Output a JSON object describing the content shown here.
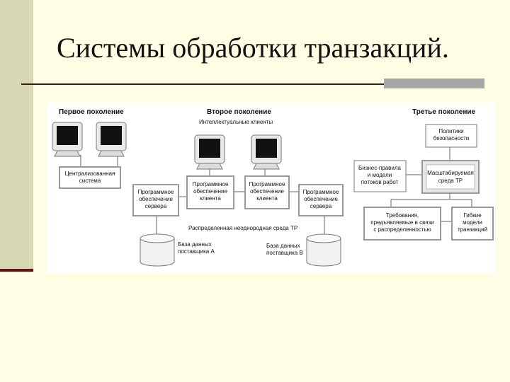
{
  "slide": {
    "title": "Системы обработки транзакций."
  },
  "diagram": {
    "generations": {
      "first": "Первое поколение",
      "second": "Второе поколение",
      "third": "Третье поколение"
    },
    "intelligent_clients": "Интеллектуальные клиенты",
    "centralized_system": [
      "Централизованная",
      "система"
    ],
    "server_software": [
      "Программное",
      "обеспечение",
      "сервера"
    ],
    "client_software": [
      "Программное",
      "обеспечение",
      "клиента"
    ],
    "distributed_env": "Распределенная неоднородная среда ТР",
    "database_a": [
      "База данных",
      "поставщика А"
    ],
    "database_b": [
      "База данных",
      "поставщика В"
    ],
    "security_policy": [
      "Политики",
      "безопасности"
    ],
    "business_rules": [
      "Бизнес-правила",
      "и модели",
      "потоков работ"
    ],
    "scalable_env": [
      "Масштабируемая",
      "среда ТР"
    ],
    "requirements": [
      "Требования,",
      "предъявляемые в связи",
      "с распределенностью"
    ],
    "flexible_models": [
      "Гибкие",
      "модели",
      "транзакций"
    ]
  },
  "colors": {
    "background": "#fffde3",
    "side_bar": "#d8d8b5",
    "rule": "#3a1a1a",
    "rule_accent": "#a7a7a7"
  }
}
